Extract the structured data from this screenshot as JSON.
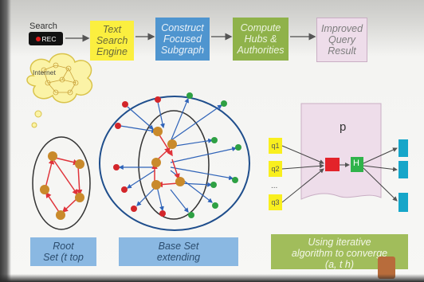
{
  "pipeline": {
    "search_label": "Search",
    "rec_label": "REC",
    "text_engine": "Text\nSearch\nEngine",
    "construct": "Construct\nFocused\nSubgraph",
    "compute": "Compute\nHubs &\nAuthorities",
    "improved": "Improved\nQuery\nResult"
  },
  "internet_label": "Internet",
  "panels": {
    "root": "Root\nSet (t top",
    "base": "Base Set\nextending",
    "iterative": "Using iterative\nalgorithm to converge\n(a, t h)"
  },
  "right_diagram": {
    "page_label": "p",
    "h_label": "H",
    "q_labels": [
      "q1",
      "q2",
      "q3"
    ],
    "dots_label": "...",
    "colors": {
      "yellow": "#f9ef1e",
      "red": "#e3232a",
      "green": "#2fb34a",
      "cyan": "#16a6c9"
    }
  },
  "colors": {
    "node_brown": "#c98a2b",
    "node_red": "#d3262a",
    "node_green": "#2ea043",
    "edge_blue": "#2f63b8",
    "edge_red": "#e0333a"
  }
}
